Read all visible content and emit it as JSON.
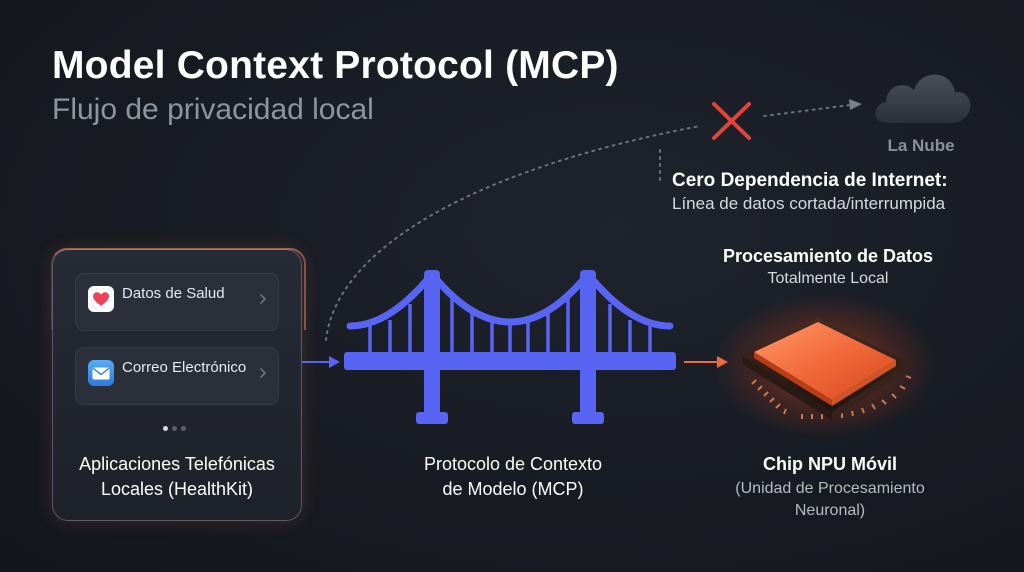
{
  "header": {
    "title": "Model Context Protocol (MCP)",
    "subtitle": "Flujo de privacidad local"
  },
  "cloud": {
    "label": "La Nube",
    "icon": "cloud-icon",
    "blocked_icon": "cross-icon",
    "blocked_color": "#e0453a"
  },
  "offline_note": {
    "title": "Cero Dependencia de Internet:",
    "description": "Línea de datos cortada/interrumpida"
  },
  "processing": {
    "title": "Procesamiento de Datos",
    "description": "Totalmente Local"
  },
  "apps_panel": {
    "apps": [
      {
        "label": "Datos de Salud",
        "icon": "heart-icon"
      },
      {
        "label": "Correo Electrónico",
        "icon": "mail-icon"
      }
    ],
    "page_dots": 3,
    "active_dot": 0,
    "caption_lines": [
      "Aplicaciones Telefónicas",
      "Locales (HealthKit)"
    ]
  },
  "bridge": {
    "icon": "bridge-icon",
    "color": "#5865f2",
    "caption_lines": [
      "Protocolo de Contexto",
      "de Modelo (MCP)"
    ]
  },
  "chip": {
    "icon": "npu-chip-icon",
    "color": "#f26b3a",
    "title": "Chip NPU Móvil",
    "description_lines": [
      "(Unidad de Procesamiento",
      "Neuronal)"
    ]
  },
  "colors": {
    "background": "#181b23",
    "bridge_accent": "#5865f2",
    "chip_accent": "#f26b3a",
    "blocked": "#e0453a"
  }
}
